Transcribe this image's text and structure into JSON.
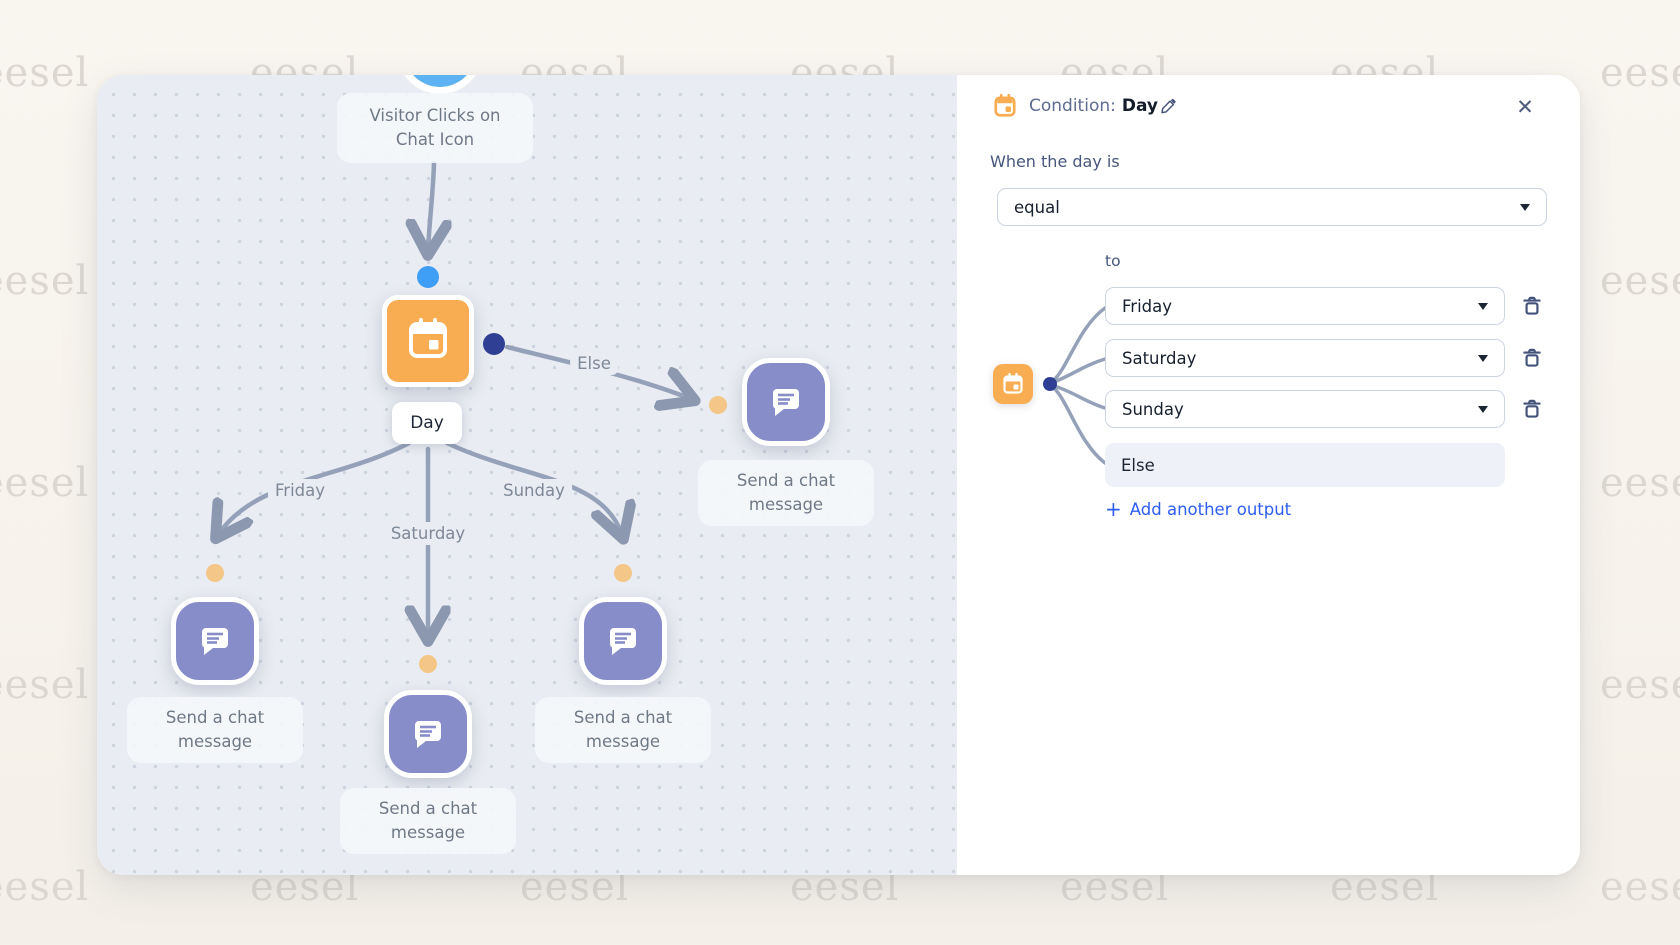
{
  "watermark": {
    "text": "eesel"
  },
  "canvas": {
    "trigger_label": "Visitor Clicks on Chat Icon",
    "day_node_label": "Day",
    "branch_labels": {
      "friday": "Friday",
      "saturday": "Saturday",
      "sunday": "Sunday",
      "else": "Else"
    },
    "chat_message_label": "Send a chat message"
  },
  "panel": {
    "header": {
      "title_prefix": "Condition:",
      "title_value": "Day"
    },
    "when_label": "When the day is",
    "operator_value": "equal",
    "to_label": "to",
    "outputs": [
      {
        "value": "Friday"
      },
      {
        "value": "Saturday"
      },
      {
        "value": "Sunday"
      },
      {
        "value": "Else"
      }
    ],
    "add_output_plus": "+",
    "add_output_label": "Add another output"
  },
  "colors": {
    "accent_orange": "#f8ad53",
    "node_purple": "#868dc8",
    "edge_gray": "#94a1b8",
    "dot_blue": "#3f9ef6",
    "dot_navy": "#2f3f93",
    "dot_orange": "#f4c687",
    "link_blue": "#2e5ef0"
  }
}
